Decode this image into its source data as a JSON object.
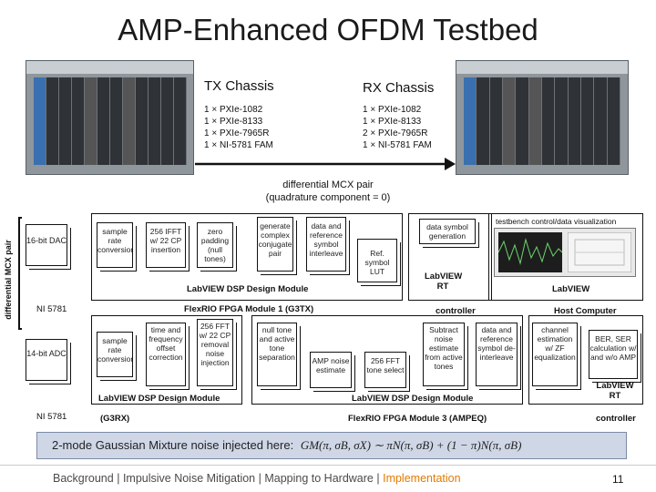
{
  "slide": {
    "title": "AMP-Enhanced OFDM Testbed",
    "page_number": "11"
  },
  "tx_chassis": {
    "label": "TX Chassis",
    "specs": [
      "1 × PXIe-1082",
      "1 × PXIe-8133",
      "1 × PXIe-7965R",
      "1 × NI-5781 FAM"
    ]
  },
  "rx_chassis": {
    "label": "RX Chassis",
    "specs": [
      "1 × PXIe-1082",
      "1 × PXIe-8133",
      "2 × PXIe-7965R",
      "1 × NI-5781 FAM"
    ]
  },
  "link": {
    "label_line1": "differential MCX pair",
    "label_line2": "(quadrature component = 0)",
    "side_label": "differential MCX pair"
  },
  "tx_row": {
    "dac": "16-bit DAC",
    "blocks": [
      "sample rate conversion",
      "256 IFFT w/ 22 CP insertion",
      "zero padding (null tones)",
      "generate complex conjugate pair",
      "data and reference symbol interleave"
    ],
    "ref_symbol": "Ref. symbol LUT",
    "data_gen": "data symbol generation",
    "gui_title": "testbench control/data visualization",
    "labview_rt": "LabVIEW RT",
    "labview": "LabVIEW",
    "dsp_label": "LabVIEW DSP Design Module",
    "ni_label": "NI 5781",
    "fpga_label": "FlexRIO FPGA Module 1 (G3TX)",
    "controller": "controller",
    "host": "Host Computer"
  },
  "rx_row": {
    "adc": "14-bit ADC",
    "blocks": [
      "sample rate conversion",
      "time and frequency offset correction",
      "256 FFT w/ 22 CP removal noise injection",
      "null tone and active tone separation",
      "AMP noise estimate",
      "256 FFT tone select",
      "Subtract noise estimate from active tones",
      "data and reference symbol de-interleave",
      "channel estimation w/ ZF equalization"
    ],
    "ber": "BER, SER calculation w/ and w/o AMP",
    "labview_rt": "LabVIEW RT",
    "dsp_label_1": "LabVIEW DSP Design Module",
    "dsp_label_2": "LabVIEW DSP Design Module",
    "ni_label": "NI 5781",
    "fpga_left": "(G3RX)",
    "fpga_label": "FlexRIO FPGA Module 3 (AMPEQ)",
    "controller": "controller"
  },
  "formula": {
    "text": "2-mode Gaussian Mixture noise injected here:",
    "math": "GM(π, σB, σX) ∼ πN(π, σB) + (1 − π)N(π, σB)"
  },
  "nav": {
    "items": [
      "Background",
      "Impulsive Noise Mitigation",
      "Mapping to Hardware",
      "Implementation"
    ],
    "separator": "|",
    "active": "Implementation",
    "active_color": "#e07b00"
  }
}
